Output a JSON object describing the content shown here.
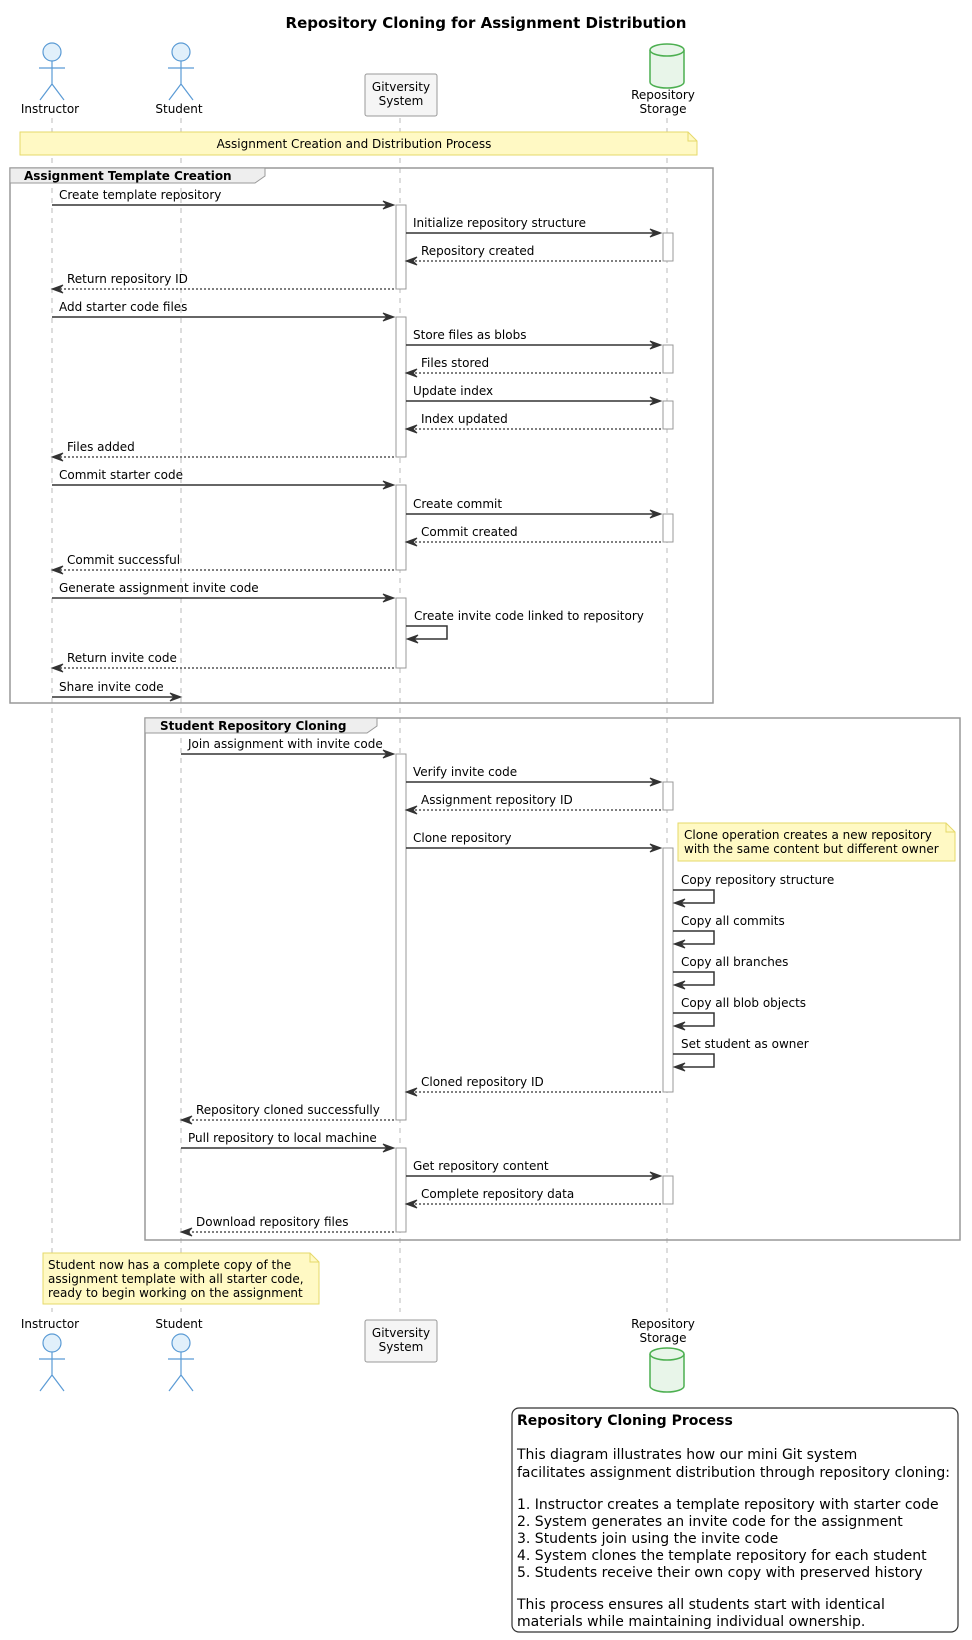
{
  "title": "Repository Cloning for Assignment Distribution",
  "participants": [
    {
      "id": "instructor",
      "label": [
        "Instructor"
      ],
      "kind": "actor"
    },
    {
      "id": "student",
      "label": [
        "Student"
      ],
      "kind": "actor"
    },
    {
      "id": "system",
      "label": [
        "Gitversity",
        "System"
      ],
      "kind": "box"
    },
    {
      "id": "storage",
      "label": [
        "Repository",
        "Storage"
      ],
      "kind": "database"
    }
  ],
  "notes": [
    {
      "id": "note-process",
      "lines": [
        "Assignment Creation and Distribution Process"
      ]
    },
    {
      "id": "note-clone",
      "lines": [
        "Clone operation creates a new repository",
        "with the same content but different owner"
      ]
    },
    {
      "id": "note-final",
      "lines": [
        "Student now has a complete copy of the",
        "assignment template with all starter code,",
        "ready to begin working on the assignment"
      ]
    }
  ],
  "groups": [
    {
      "id": "group-template",
      "label": "Assignment Template Creation"
    },
    {
      "id": "group-cloning",
      "label": "Student Repository Cloning"
    }
  ],
  "messages": [
    {
      "from": "instructor",
      "to": "system",
      "label": "Create template repository",
      "style": "solid"
    },
    {
      "from": "system",
      "to": "storage",
      "label": "Initialize repository structure",
      "style": "solid"
    },
    {
      "from": "storage",
      "to": "system",
      "label": "Repository created",
      "style": "dashed"
    },
    {
      "from": "system",
      "to": "instructor",
      "label": "Return repository ID",
      "style": "dashed"
    },
    {
      "from": "instructor",
      "to": "system",
      "label": "Add starter code files",
      "style": "solid"
    },
    {
      "from": "system",
      "to": "storage",
      "label": "Store files as blobs",
      "style": "solid"
    },
    {
      "from": "storage",
      "to": "system",
      "label": "Files stored",
      "style": "dashed"
    },
    {
      "from": "system",
      "to": "storage",
      "label": "Update index",
      "style": "solid"
    },
    {
      "from": "storage",
      "to": "system",
      "label": "Index updated",
      "style": "dashed"
    },
    {
      "from": "system",
      "to": "instructor",
      "label": "Files added",
      "style": "dashed"
    },
    {
      "from": "instructor",
      "to": "system",
      "label": "Commit starter code",
      "style": "solid"
    },
    {
      "from": "system",
      "to": "storage",
      "label": "Create commit",
      "style": "solid"
    },
    {
      "from": "storage",
      "to": "system",
      "label": "Commit created",
      "style": "dashed"
    },
    {
      "from": "system",
      "to": "instructor",
      "label": "Commit successful",
      "style": "dashed"
    },
    {
      "from": "instructor",
      "to": "system",
      "label": "Generate assignment invite code",
      "style": "solid"
    },
    {
      "from": "system",
      "to": "system",
      "label": "Create invite code linked to repository",
      "style": "self"
    },
    {
      "from": "system",
      "to": "instructor",
      "label": "Return invite code",
      "style": "dashed"
    },
    {
      "from": "instructor",
      "to": "student",
      "label": "Share invite code",
      "style": "solid"
    },
    {
      "from": "student",
      "to": "system",
      "label": "Join assignment with invite code",
      "style": "solid"
    },
    {
      "from": "system",
      "to": "storage",
      "label": "Verify invite code",
      "style": "solid"
    },
    {
      "from": "storage",
      "to": "system",
      "label": "Assignment repository ID",
      "style": "dashed"
    },
    {
      "from": "system",
      "to": "storage",
      "label": "Clone repository",
      "style": "solid"
    },
    {
      "from": "storage",
      "to": "storage",
      "label": "Copy repository structure",
      "style": "self"
    },
    {
      "from": "storage",
      "to": "storage",
      "label": "Copy all commits",
      "style": "self"
    },
    {
      "from": "storage",
      "to": "storage",
      "label": "Copy all branches",
      "style": "self"
    },
    {
      "from": "storage",
      "to": "storage",
      "label": "Copy all blob objects",
      "style": "self"
    },
    {
      "from": "storage",
      "to": "storage",
      "label": "Set student as owner",
      "style": "self"
    },
    {
      "from": "storage",
      "to": "system",
      "label": "Cloned repository ID",
      "style": "dashed"
    },
    {
      "from": "system",
      "to": "student",
      "label": "Repository cloned successfully",
      "style": "dashed"
    },
    {
      "from": "student",
      "to": "system",
      "label": "Pull repository to local machine",
      "style": "solid"
    },
    {
      "from": "system",
      "to": "storage",
      "label": "Get repository content",
      "style": "solid"
    },
    {
      "from": "storage",
      "to": "system",
      "label": "Complete repository data",
      "style": "dashed"
    },
    {
      "from": "system",
      "to": "student",
      "label": "Download repository files",
      "style": "dashed"
    }
  ],
  "legend": {
    "title": "Repository Cloning Process",
    "lines": [
      "This diagram illustrates how our mini Git system",
      "facilitates assignment distribution through repository cloning:",
      "1. Instructor creates a template repository with starter code",
      "2. System generates an invite code for the assignment",
      "3. Students join using the invite code",
      "4. System clones the template repository for each student",
      "5. Students receive their own copy with preserved history",
      "This process ensures all students start with identical",
      "materials while maintaining individual ownership."
    ]
  },
  "colors": {
    "actor_fill": "#e1f0fb",
    "actor_stroke": "#5b9bd5",
    "db_fill": "#e8f5e9",
    "db_stroke": "#4caf50",
    "box_fill": "#f5f5f5",
    "note_fill": "#fff9c4",
    "note_stroke": "#e6d96a",
    "lifeline": "#bbbbbb",
    "arrow": "#333333",
    "group_stroke": "#999999"
  }
}
